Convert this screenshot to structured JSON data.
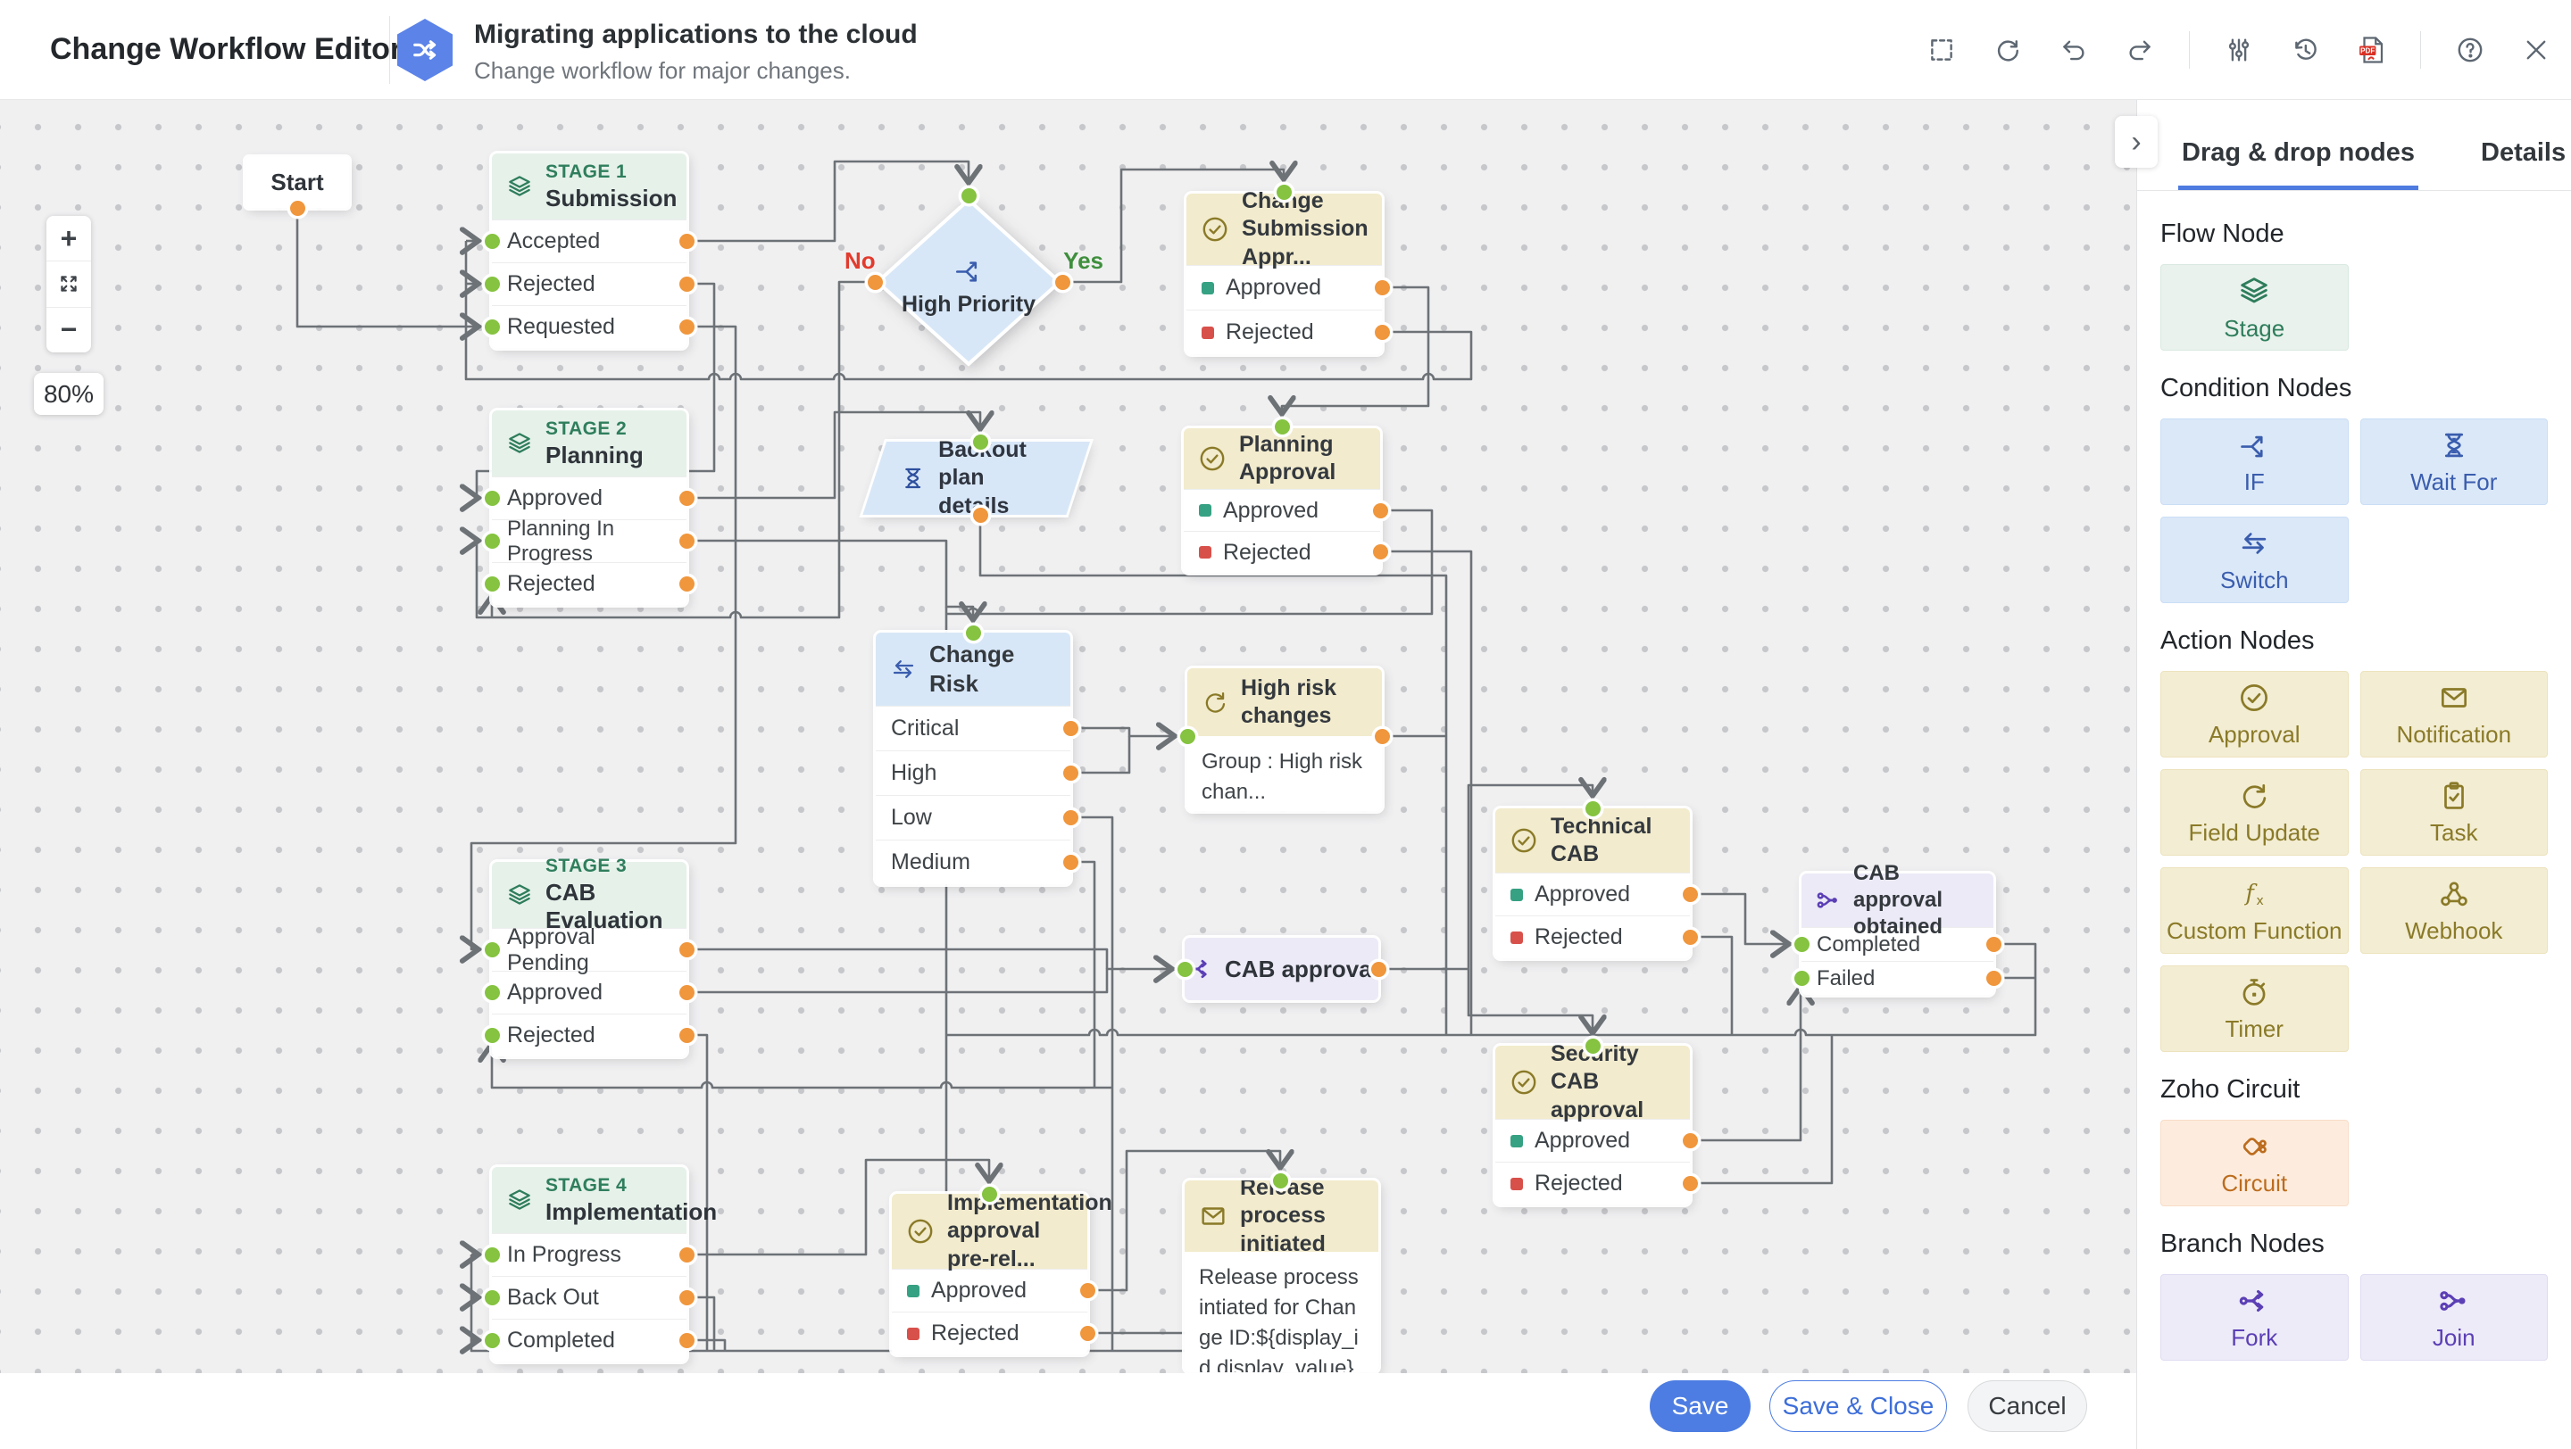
{
  "header": {
    "app_title": "Change Workflow Editor",
    "workflow_title": "Migrating applications to the cloud",
    "workflow_subtitle": "Change workflow for major changes.",
    "toolbar_icons": [
      "marquee-select",
      "reload",
      "undo",
      "redo",
      "adjustments",
      "history",
      "export-pdf",
      "help",
      "close"
    ],
    "brand_color": "#5b83e8"
  },
  "canvas": {
    "zoom_level": "80%",
    "start_label": "Start",
    "port_colors": {
      "input": "#85c340",
      "output": "#f0963c"
    },
    "nodes": {
      "stage1": {
        "stage_label": "STAGE 1",
        "name": "Submission",
        "rows": [
          "Accepted",
          "Rejected",
          "Requested"
        ]
      },
      "stage2": {
        "stage_label": "STAGE 2",
        "name": "Planning",
        "rows": [
          "Approved",
          "Planning In Progress",
          "Rejected"
        ]
      },
      "stage3": {
        "stage_label": "STAGE 3",
        "name": "CAB Evaluation",
        "rows": [
          "Approval Pending",
          "Approved",
          "Rejected"
        ]
      },
      "stage4": {
        "stage_label": "STAGE 4",
        "name": "Implementation",
        "rows": [
          "In Progress",
          "Back Out",
          "Completed"
        ]
      },
      "high_priority": {
        "name": "High Priority",
        "no_label": "No",
        "yes_label": "Yes"
      },
      "change_submission": {
        "name": "Change Submission Appr...",
        "rows": [
          "Approved",
          "Rejected"
        ]
      },
      "planning_approval": {
        "name": "Planning Approval",
        "rows": [
          "Approved",
          "Rejected"
        ]
      },
      "backout_plan": {
        "name": "Backout plan details"
      },
      "change_risk": {
        "name": "Change Risk",
        "rows": [
          "Critical",
          "High",
          "Low",
          "Medium"
        ]
      },
      "high_risk": {
        "name": "High risk changes",
        "body": "Group : High risk chan..."
      },
      "cab_fork": {
        "name": "CAB approval"
      },
      "technical_cab": {
        "name": "Technical CAB",
        "rows": [
          "Approved",
          "Rejected"
        ]
      },
      "security_cab": {
        "name": "Security CAB approval",
        "rows": [
          "Approved",
          "Rejected"
        ]
      },
      "cab_join": {
        "name": "CAB approval obtained",
        "rows": [
          "Completed",
          "Failed"
        ]
      },
      "impl_approval": {
        "name": "Implementation approval pre-rel...",
        "rows": [
          "Approved",
          "Rejected"
        ]
      },
      "release_notification": {
        "name": "Release process initiated",
        "body": "Release process intiated for Change ID:${display_id.display_value}"
      }
    }
  },
  "sidebar": {
    "tabs": [
      {
        "label": "Drag & drop nodes",
        "active": true
      },
      {
        "label": "Details",
        "active": false
      }
    ],
    "sections": [
      {
        "title": "Flow Node",
        "tiles": [
          {
            "label": "Stage",
            "icon": "stage-icon"
          }
        ]
      },
      {
        "title": "Condition Nodes",
        "tiles": [
          {
            "label": "IF",
            "icon": "if-icon"
          },
          {
            "label": "Wait For",
            "icon": "wait-icon"
          },
          {
            "label": "Switch",
            "icon": "switch-icon"
          }
        ]
      },
      {
        "title": "Action Nodes",
        "tiles": [
          {
            "label": "Approval",
            "icon": "approval-icon"
          },
          {
            "label": "Notification",
            "icon": "notification-icon"
          },
          {
            "label": "Field Update",
            "icon": "field-update-icon"
          },
          {
            "label": "Task",
            "icon": "task-icon"
          },
          {
            "label": "Custom Function",
            "icon": "custom-function-icon"
          },
          {
            "label": "Webhook",
            "icon": "webhook-icon"
          },
          {
            "label": "Timer",
            "icon": "timer-icon"
          }
        ]
      },
      {
        "title": "Zoho Circuit",
        "tiles": [
          {
            "label": "Circuit",
            "icon": "circuit-icon"
          }
        ]
      },
      {
        "title": "Branch Nodes",
        "tiles": [
          {
            "label": "Fork",
            "icon": "fork-icon"
          },
          {
            "label": "Join",
            "icon": "join-icon"
          }
        ]
      }
    ]
  },
  "footer": {
    "save_label": "Save",
    "save_close_label": "Save & Close",
    "cancel_label": "Cancel"
  }
}
